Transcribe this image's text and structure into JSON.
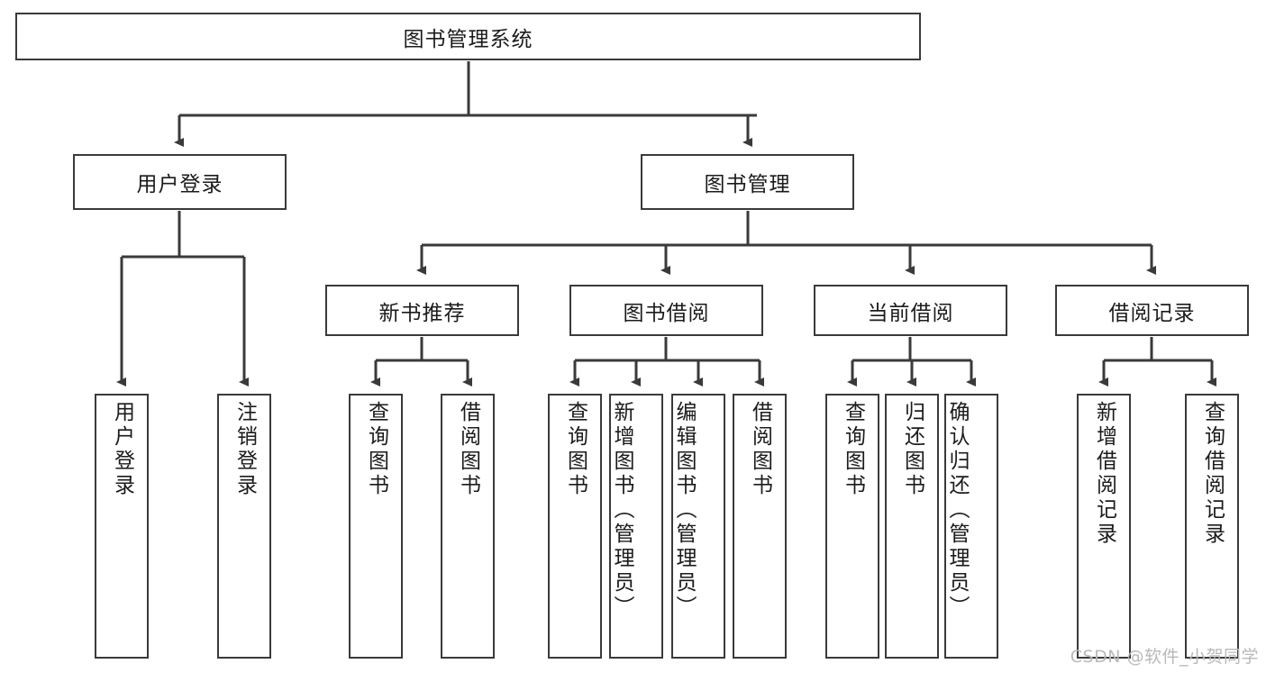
{
  "diagram": {
    "title": "图书管理系统",
    "type": "tree-hierarchy",
    "watermark": "CSDN @软件_小贺同学",
    "colors": {
      "box_border": "#3a3a3a",
      "box_fill": "#ffffff",
      "connector": "#3a3a3a",
      "text": "#1b1b1b",
      "watermark": "#b9b9b9",
      "background": "#ffffff"
    },
    "root": {
      "label": "图书管理系统"
    },
    "level2": [
      {
        "label": "用户登录"
      },
      {
        "label": "图书管理"
      }
    ],
    "level3": [
      {
        "label": "新书推荐"
      },
      {
        "label": "图书借阅"
      },
      {
        "label": "当前借阅"
      },
      {
        "label": "借阅记录"
      }
    ],
    "leaves": {
      "user_login": [
        {
          "label": "用户登录"
        },
        {
          "label": "注销登录"
        }
      ],
      "new_book_recommend": [
        {
          "label": "查询图书"
        },
        {
          "label": "借阅图书"
        }
      ],
      "book_borrow": [
        {
          "label": "查询图书"
        },
        {
          "label": "新增图书（管理员）"
        },
        {
          "label": "编辑图书（管理员）"
        },
        {
          "label": "借阅图书"
        }
      ],
      "current_borrow": [
        {
          "label": "查询图书"
        },
        {
          "label": "归还图书"
        },
        {
          "label": "确认归还（管理员）"
        }
      ],
      "borrow_record": [
        {
          "label": "新增借阅记录"
        },
        {
          "label": "查询借阅记录"
        }
      ]
    }
  }
}
